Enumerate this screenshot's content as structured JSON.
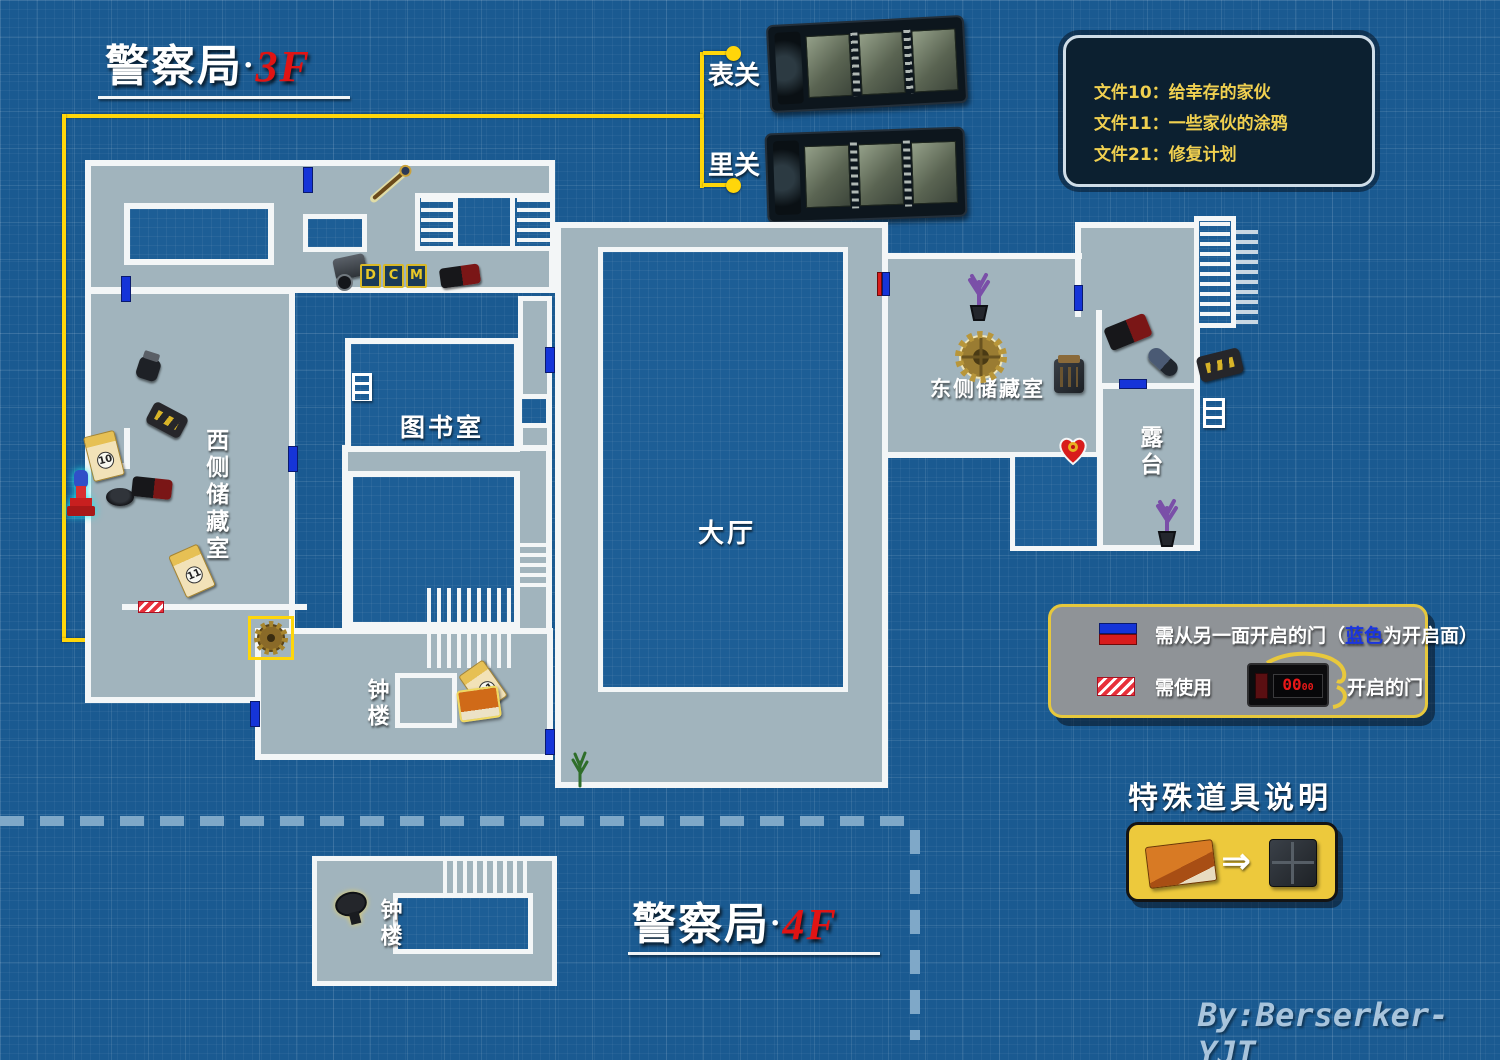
{
  "titles": {
    "floor3_name": "警察局",
    "floor4_name": "警察局",
    "dot": "·",
    "floor3_floor": "3F",
    "floor4_floor": "4F"
  },
  "files_box": {
    "line1": "文件10：给幸存的家伙",
    "line2": "文件11：一些家伙的涂鸦",
    "line3": "文件21：修复计划"
  },
  "film": {
    "front_label": "表关",
    "back_label": "里关"
  },
  "rooms": {
    "west_storage": "西侧储藏室",
    "library": "图书室",
    "hall": "大厅",
    "east_storage": "东侧储藏室",
    "balcony": "露台",
    "clock_tower_3f": "钟楼",
    "clock_tower_4f": "钟楼"
  },
  "dcm": {
    "d": "D",
    "c": "C",
    "m": "M"
  },
  "badges": {
    "file10": "10",
    "file11": "11",
    "file21": "21"
  },
  "legend": {
    "door_pre": "需从另一面开启的门（",
    "door_blue": "蓝色",
    "door_post": "为开启面）",
    "use_pre": "需使用",
    "use_post": "开启的门",
    "bomb_big": "00",
    "bomb_small": "00"
  },
  "special": {
    "title": "特殊道具说明",
    "arrow": "⇒"
  },
  "signature": "By:Berserker-YJT",
  "colors": {
    "accent_yellow": "#ffd60a",
    "door_blue": "#1534d8",
    "door_red": "#d81c1c",
    "file_text": "#f0d050"
  }
}
